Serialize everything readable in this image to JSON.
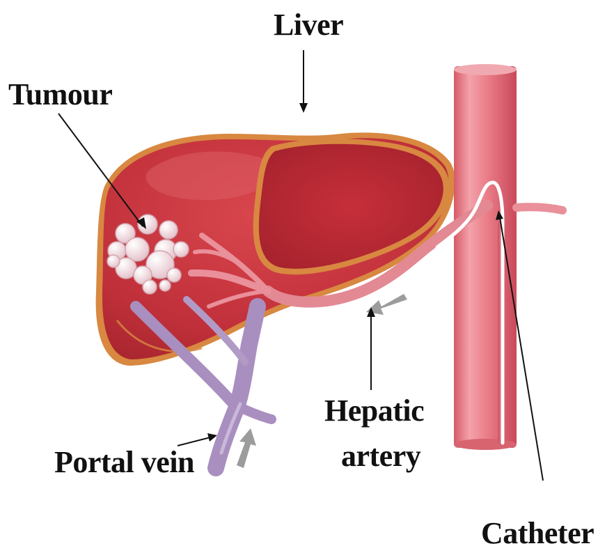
{
  "labels": {
    "liver": "Liver",
    "tumour": "Tumour",
    "hepatic_artery_line1": "Hepatic",
    "hepatic_artery_line2": "artery",
    "portal_vein": "Portal vein",
    "catheter": "Catheter"
  },
  "colors": {
    "liver_fill": "#c4343a",
    "liver_highlight": "#e0646a",
    "liver_outline": "#d9823c",
    "aorta": "#e3737d",
    "artery": "#e9909a",
    "portal_vein": "#a98fbf",
    "tumour": "#efd6dc",
    "catheter": "#ffffff",
    "flow_arrow": "#9c9c9c",
    "pointer": "#111111"
  }
}
